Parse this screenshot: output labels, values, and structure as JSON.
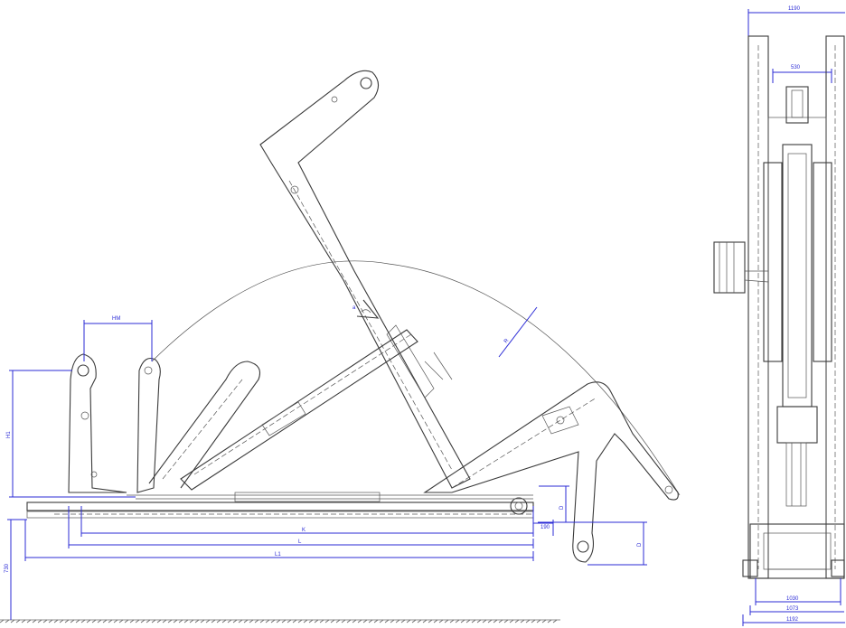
{
  "side_view": {
    "dim_hm": "HM",
    "dim_h1": "H1",
    "dim_a": "a",
    "dim_r": "R",
    "dim_k": "K",
    "dim_l": "L",
    "dim_l1": "L1",
    "dim_190": "190",
    "dim_d": "D",
    "dim_d2": "D",
    "dim_730": "730"
  },
  "front_view": {
    "dim_top_outer": "1190",
    "dim_top_inner": "530",
    "dim_bottom_1": "1030",
    "dim_bottom_2": "1073",
    "dim_bottom_3": "1192"
  }
}
